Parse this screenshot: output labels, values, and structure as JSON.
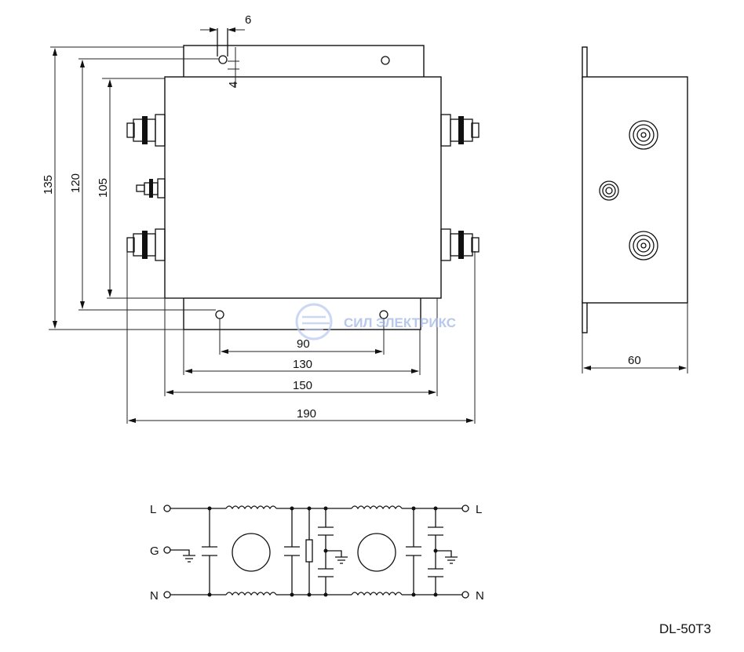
{
  "front_view": {
    "dimensions": {
      "slot_width": "6",
      "slot_offset": "4",
      "height_overall": "135",
      "height_mount": "120",
      "height_body": "105",
      "hole_spacing": "90",
      "flange_width": "130",
      "body_width": "150",
      "width_overall": "190"
    }
  },
  "side_view": {
    "dimensions": {
      "depth": "60"
    }
  },
  "watermark": {
    "brand": "СИЛ ЭЛЕКТРИКС"
  },
  "circuit": {
    "left_labels": {
      "line": "L",
      "ground": "G",
      "neutral": "N"
    },
    "right_labels": {
      "line": "L",
      "neutral": "N"
    }
  },
  "model": "DL-50T3"
}
